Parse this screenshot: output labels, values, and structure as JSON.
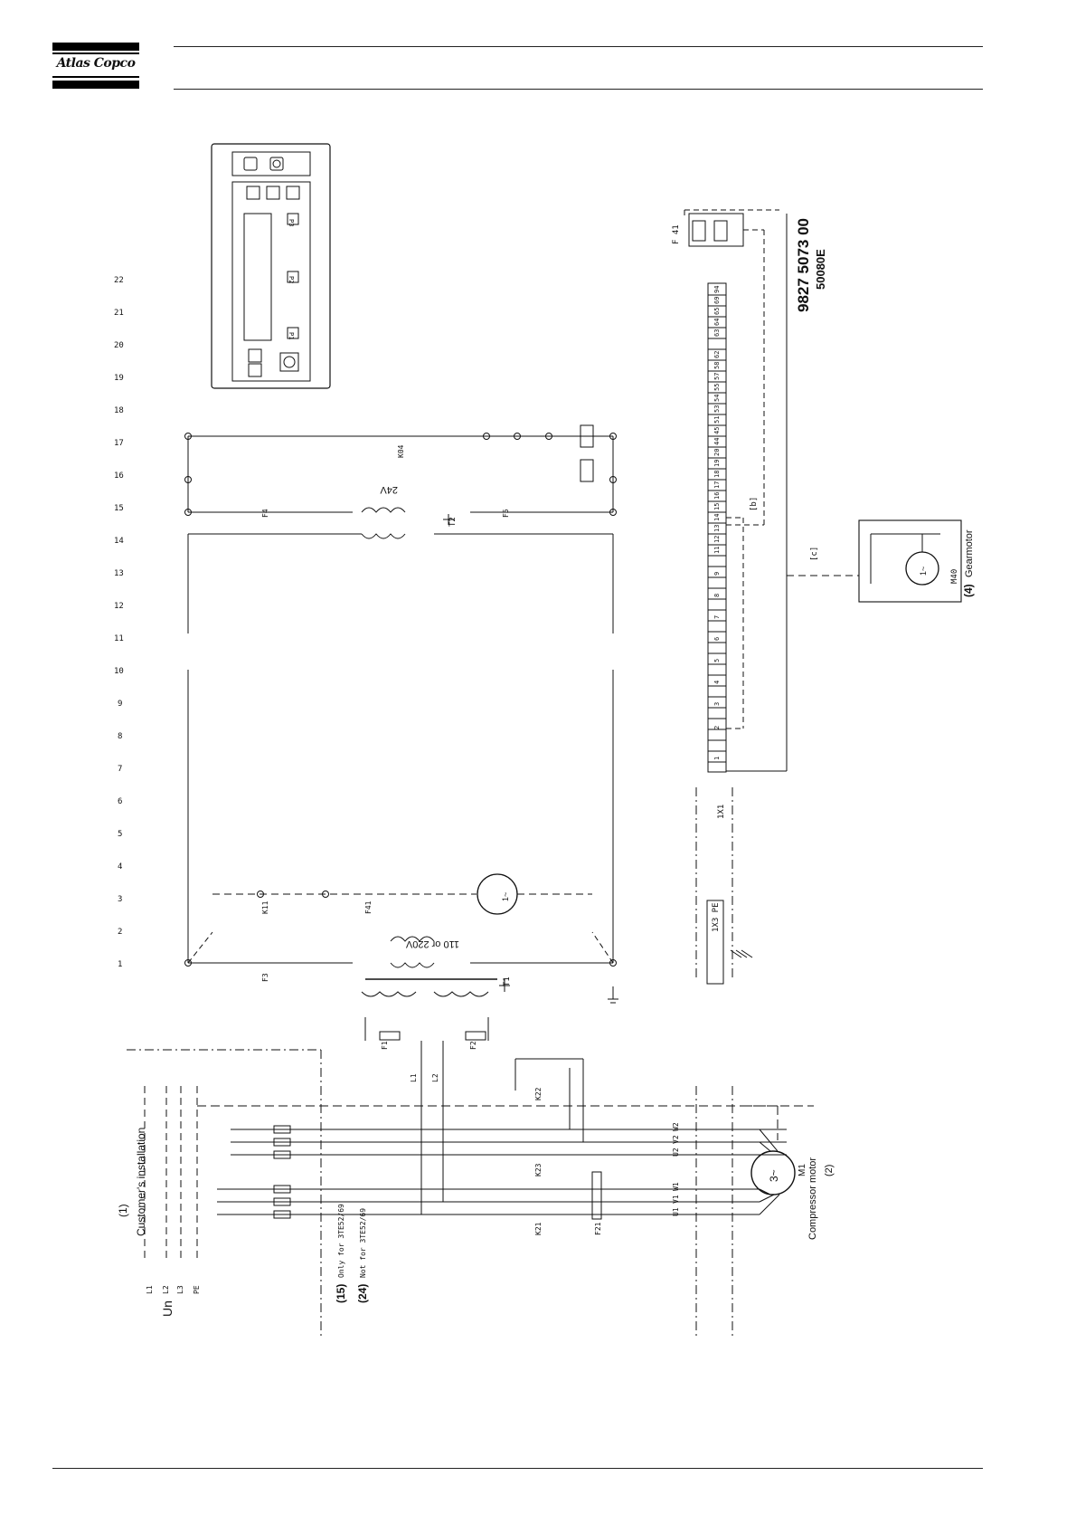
{
  "header": {
    "logo_text": "Atlas Copco"
  },
  "diagram": {
    "document_number": "9827 5073 00",
    "sheet_code": "50080E",
    "column_numbers": [
      "1",
      "2",
      "3",
      "4",
      "5",
      "6",
      "7",
      "8",
      "9",
      "10",
      "11",
      "12",
      "13",
      "14",
      "15",
      "16",
      "17",
      "18",
      "19",
      "20",
      "21",
      "22"
    ],
    "customer_installation": "Customer's installation",
    "customer_ref": "(1)",
    "supply_label": "Un",
    "phases": [
      "L1",
      "L2",
      "L3",
      "PE"
    ],
    "option_15_ref": "(15)",
    "option_15_text": "Only for 3TE52/69",
    "option_24_ref": "(24)",
    "option_24_text": "Not for 3TE52/69",
    "motor_label": "Compressor motor",
    "motor_id": "M1",
    "motor_ref": "(2)",
    "motor_symbol": "3~",
    "gearmotor_ref": "(4)",
    "gearmotor_label": "Gearmotor",
    "gearmotor_id": "M40",
    "transformer1": "T1",
    "transformer2": "T2",
    "voltage_primary": "110 or 220V",
    "voltage_secondary": "24V",
    "terminal_strip": "1X1",
    "pe_strip": "1X3  PE",
    "fuse_f41": "F 41",
    "fan_symbol": "1~",
    "contactors": [
      "K21",
      "K22",
      "K23",
      "K11",
      "K04"
    ],
    "relays": [
      "F21",
      "F1",
      "F2",
      "F3",
      "F4",
      "F5",
      "F41"
    ],
    "marker_b": "[b]",
    "marker_c": "[c]",
    "wires": [
      "L1",
      "L2",
      "U1",
      "V1",
      "W1",
      "U2",
      "V2",
      "W2"
    ],
    "terminal_numbers": [
      "1",
      "2",
      "3",
      "4",
      "5",
      "6",
      "7",
      "8",
      "9",
      "11",
      "12",
      "13",
      "14",
      "15",
      "16",
      "17",
      "18",
      "19",
      "20",
      "44",
      "45",
      "51",
      "53",
      "54",
      "55",
      "57",
      "58",
      "62",
      "63",
      "64",
      "65",
      "69",
      "94"
    ],
    "panel_keys": [
      "P1",
      "P2",
      "P3"
    ]
  }
}
